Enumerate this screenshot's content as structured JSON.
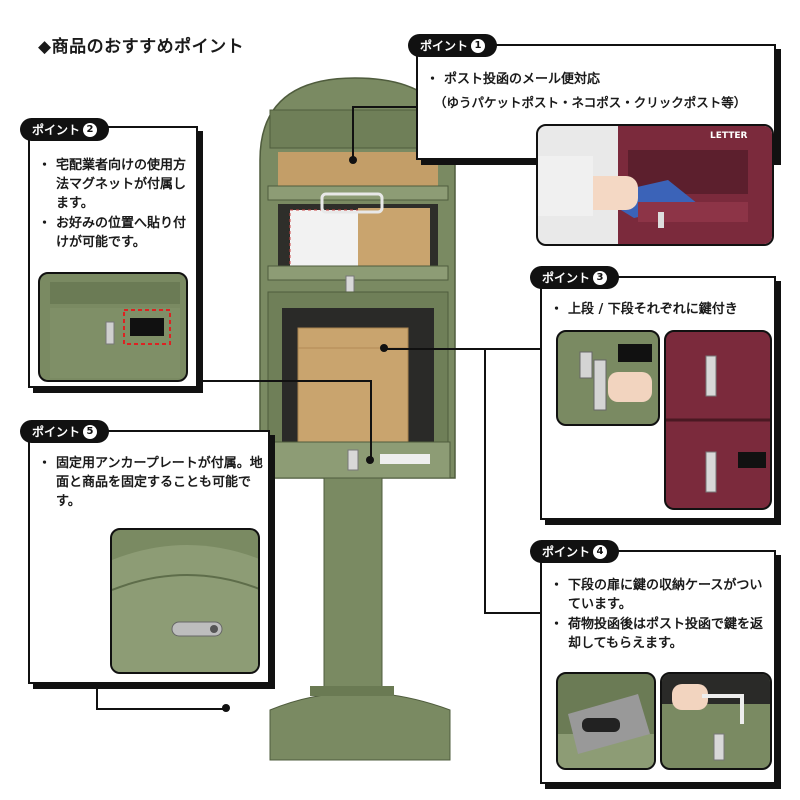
{
  "heading": "◆商品のおすすめポイント",
  "points": [
    {
      "label": "ポイント",
      "num": "1",
      "bullets": [
        "ポスト投函のメール便対応"
      ],
      "sub": "（ゆうパケットポスト・ネコポス・クリックポスト等）"
    },
    {
      "label": "ポイント",
      "num": "2",
      "bullets": [
        "宅配業者向けの使用方法マグネットが付属します。",
        "お好みの位置へ貼り付けが可能です。"
      ]
    },
    {
      "label": "ポイント",
      "num": "3",
      "bullets": [
        "上段 / 下段それぞれに鍵付き"
      ]
    },
    {
      "label": "ポイント",
      "num": "4",
      "bullets": [
        "下段の扉に鍵の収納ケースがついています。",
        "荷物投函後はポスト投函で鍵を返却してもらえます。"
      ]
    },
    {
      "label": "ポイント",
      "num": "5",
      "bullets": [
        "固定用アンカープレートが付属。地面と商品を固定することも可能です。"
      ]
    }
  ],
  "photo_text": {
    "letter": "LETTER"
  },
  "colors": {
    "olive": "#7a8a62",
    "olive_dark": "#5e6d4a",
    "maroon": "#7b2a3c",
    "cardboard": "#c9a46e"
  }
}
